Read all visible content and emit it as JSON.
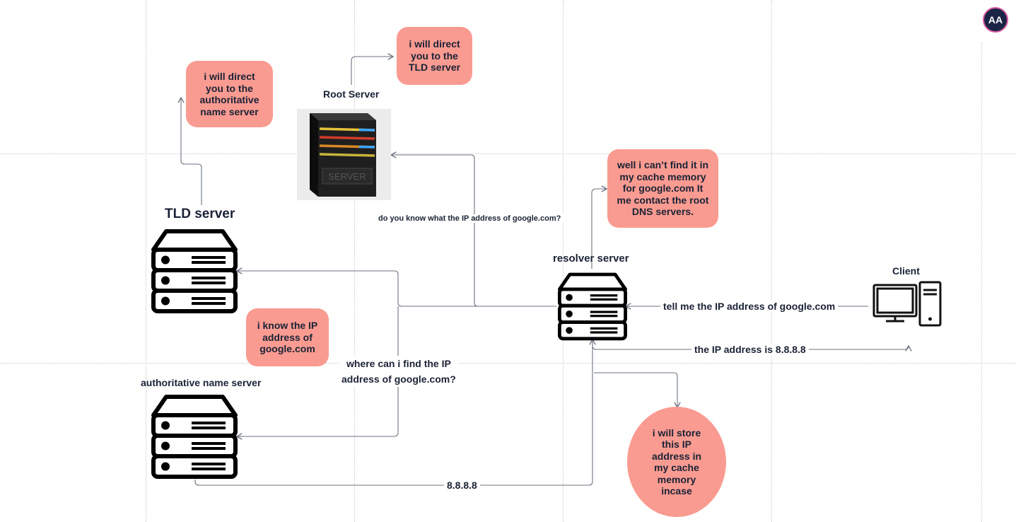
{
  "avatar": {
    "initials": "AA"
  },
  "nodes": {
    "root_server": "Root Server",
    "tld_server": "TLD server",
    "resolver_server": "resolver server",
    "client": "Client",
    "authoritative_server": "authoritative name server"
  },
  "bubbles": {
    "root": "i will direct\nyou to the\nTLD server",
    "tld": "i will direct\nyou to the\nauthoritative\nname server",
    "resolver": "well i can’t find it in\nmy cache memory\nfor google.com It\nme contact the root\nDNS servers.",
    "authoritative": "i know the IP\naddress of\ngoogle.com",
    "cache": "i will store\nthis IP\naddress in\nmy cache\nmemory\nincase"
  },
  "edge_labels": {
    "query_root": "do you know what the IP address of google.com?",
    "client_request": "tell me the IP address of google.com",
    "client_response": "the IP address is 8.8.8.8",
    "query_tld": "where can i find the IP\naddress of google.com?",
    "answer": "8.8.8.8"
  },
  "colors": {
    "bubble": "#f99b91",
    "text": "#1a2235",
    "connector": "#6b7280",
    "avatar_bg": "#1b2545",
    "avatar_ring": "#d65aa0"
  }
}
